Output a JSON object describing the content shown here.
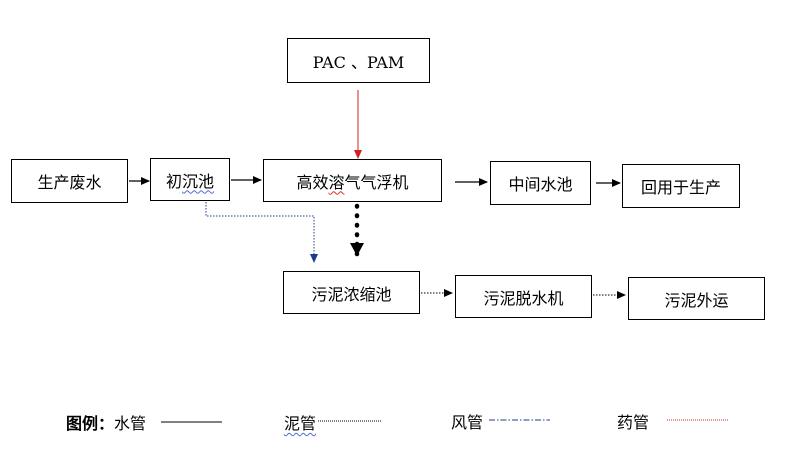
{
  "nodes": {
    "pac_pam": "PAC 、PAM",
    "production_wastewater": "生产废水",
    "primary_tank_a": "初",
    "primary_tank_b": "沉池",
    "daf_a": "高效",
    "daf_b": "溶",
    "daf_c": "气气浮机",
    "intermediate_tank": "中间水池",
    "reuse": "回用于生产",
    "sludge_thickener": "污泥浓缩池",
    "sludge_dewatering": "污泥脱水机",
    "sludge_disposal": "污泥外运"
  },
  "legend": {
    "title": "图例",
    "colon": "：",
    "water_pipe": "水管",
    "sludge_pipe": "泥管",
    "air_pipe": "风管",
    "chemical_pipe": "药管"
  },
  "colors": {
    "water": "#000000",
    "sludge": "#000000",
    "air": "#1f3c8a",
    "chemical": "#d62020"
  }
}
